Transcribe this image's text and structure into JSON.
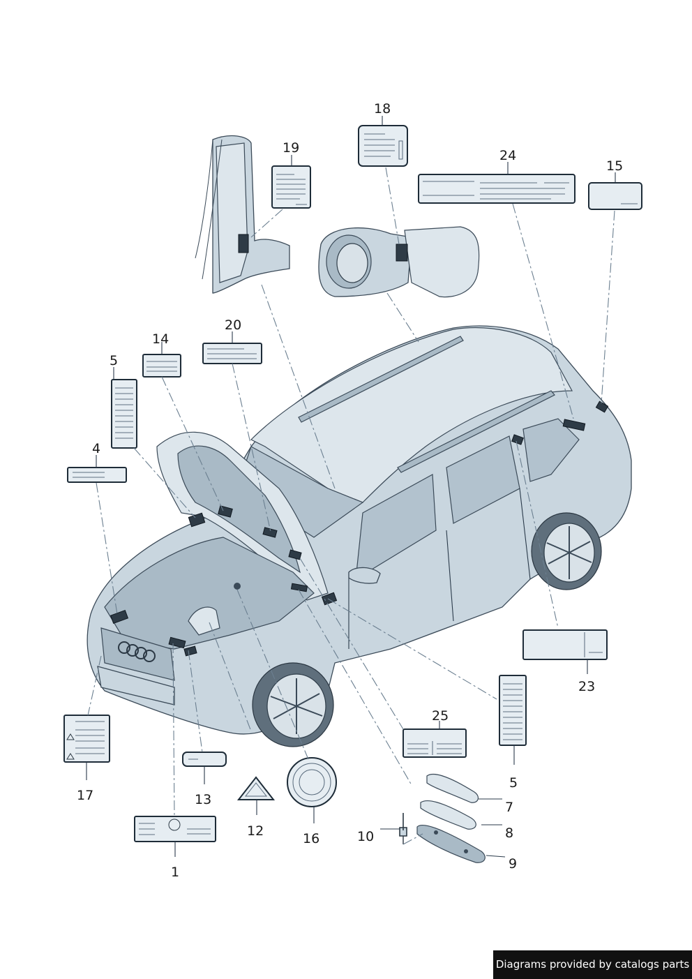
{
  "callouts": [
    {
      "id": "c18",
      "text": "18"
    },
    {
      "id": "c19",
      "text": "19"
    },
    {
      "id": "c24",
      "text": "24"
    },
    {
      "id": "c15",
      "text": "15"
    },
    {
      "id": "c20",
      "text": "20"
    },
    {
      "id": "c14",
      "text": "14"
    },
    {
      "id": "c5a",
      "text": "5"
    },
    {
      "id": "c4",
      "text": "4"
    },
    {
      "id": "c23",
      "text": "23"
    },
    {
      "id": "c25",
      "text": "25"
    },
    {
      "id": "c5b",
      "text": "5"
    },
    {
      "id": "c7",
      "text": "7"
    },
    {
      "id": "c8",
      "text": "8"
    },
    {
      "id": "c9",
      "text": "9"
    },
    {
      "id": "c10",
      "text": "10"
    },
    {
      "id": "c17",
      "text": "17"
    },
    {
      "id": "c13",
      "text": "13"
    },
    {
      "id": "c12",
      "text": "12"
    },
    {
      "id": "c16",
      "text": "16"
    },
    {
      "id": "c1",
      "text": "1"
    }
  ],
  "footer": {
    "text": "Diagrams provided by catalogs parts"
  },
  "colors": {
    "body": "#c9d6df",
    "line": "#3b4a58",
    "leader": "#6b7f90",
    "footer_bg": "#111111"
  }
}
